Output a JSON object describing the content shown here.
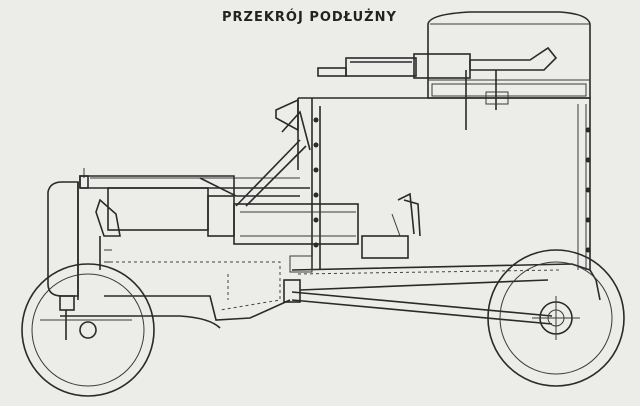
{
  "diagram": {
    "title": "PRZEKRÓJ PODŁUŻNY",
    "colors": {
      "paper": "#ecece9",
      "ink": "#2a2a2a"
    },
    "components": [
      "radiator-block",
      "engine-hood",
      "engine",
      "driver-seat",
      "armored-hull",
      "turret",
      "machine-gun",
      "front-wheel",
      "rear-wheel",
      "drive-shaft",
      "chassis-frame",
      "exhaust-pipe"
    ]
  }
}
